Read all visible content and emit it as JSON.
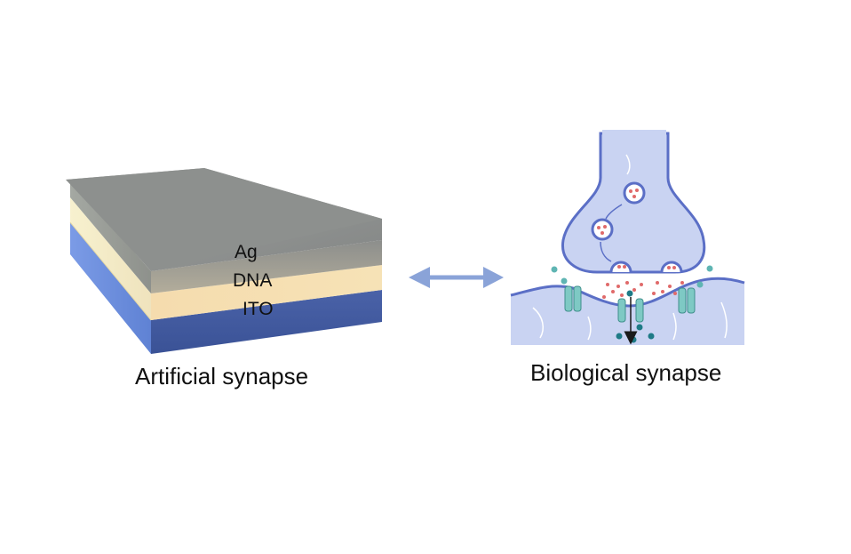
{
  "artificial": {
    "caption": "Artificial synapse",
    "layers": {
      "top": "Ag",
      "middle": "DNA",
      "bottom": "ITO"
    }
  },
  "biological": {
    "caption": "Biological synapse"
  },
  "colors": {
    "silver": "#8f9290",
    "dna": "#f3ecc9",
    "ito": "#6f8fd8",
    "arrow": "#8aa3d8",
    "neuron_fill": "#c9d3f2",
    "neuron_stroke": "#5b6fc6",
    "vesicle_dot": "#e06a6a",
    "ion": "#2a8a96",
    "receptor": "#7ec9c4"
  }
}
